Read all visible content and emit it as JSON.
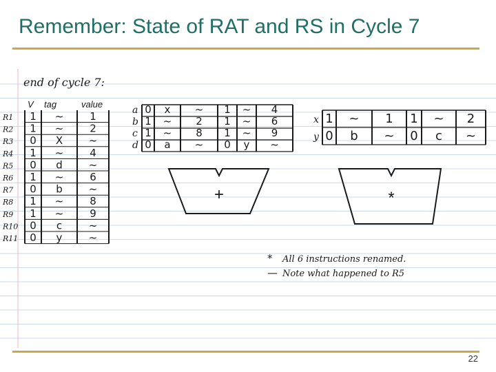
{
  "slide": {
    "title": "Remember: State of RAT and RS in Cycle 7",
    "page_number": "22"
  },
  "notes": {
    "heading": "end of cycle 7:",
    "rat": {
      "columns": [
        "V",
        "tag",
        "value"
      ],
      "rows": [
        {
          "reg": "R1",
          "v": "1",
          "tag": "~",
          "value": "1"
        },
        {
          "reg": "R2",
          "v": "1",
          "tag": "~",
          "value": "2"
        },
        {
          "reg": "R3",
          "v": "0",
          "tag": "X",
          "value": "~"
        },
        {
          "reg": "R4",
          "v": "1",
          "tag": "~",
          "value": "4"
        },
        {
          "reg": "R5",
          "v": "0",
          "tag": "d",
          "value": "~"
        },
        {
          "reg": "R6",
          "v": "1",
          "tag": "~",
          "value": "6"
        },
        {
          "reg": "R7",
          "v": "0",
          "tag": "b",
          "value": "~"
        },
        {
          "reg": "R8",
          "v": "1",
          "tag": "~",
          "value": "8"
        },
        {
          "reg": "R9",
          "v": "1",
          "tag": "~",
          "value": "9"
        },
        {
          "reg": "R10",
          "v": "0",
          "tag": "c",
          "value": "~"
        },
        {
          "reg": "R11",
          "v": "0",
          "tag": "y",
          "value": "~"
        }
      ]
    },
    "rs_adder": {
      "rows": [
        {
          "name": "a",
          "cells": [
            "0",
            "x",
            "~",
            "1",
            "~",
            "4"
          ]
        },
        {
          "name": "b",
          "cells": [
            "1",
            "~",
            "2",
            "1",
            "~",
            "6"
          ]
        },
        {
          "name": "c",
          "cells": [
            "1",
            "~",
            "8",
            "1",
            "~",
            "9"
          ]
        },
        {
          "name": "d",
          "cells": [
            "0",
            "a",
            "~",
            "0",
            "y",
            "~"
          ]
        }
      ],
      "unit_symbol": "+"
    },
    "rs_mult": {
      "rows": [
        {
          "name": "x",
          "cells": [
            "1",
            "~",
            "1",
            "1",
            "~",
            "2"
          ]
        },
        {
          "name": "y",
          "cells": [
            "0",
            "b",
            "~",
            "0",
            "c",
            "~"
          ]
        }
      ],
      "unit_symbol": "*"
    },
    "remarks": [
      {
        "bullet": "*",
        "text": "All 6 instructions renamed."
      },
      {
        "bullet": "—",
        "text": "Note what happened to R5"
      }
    ]
  },
  "colors": {
    "title": "#1f6f64",
    "rule": "#c7a84a",
    "ink": "#1a1a1a",
    "paper_line": "#c9d9ec",
    "margin_line": "#e7b8c0"
  }
}
